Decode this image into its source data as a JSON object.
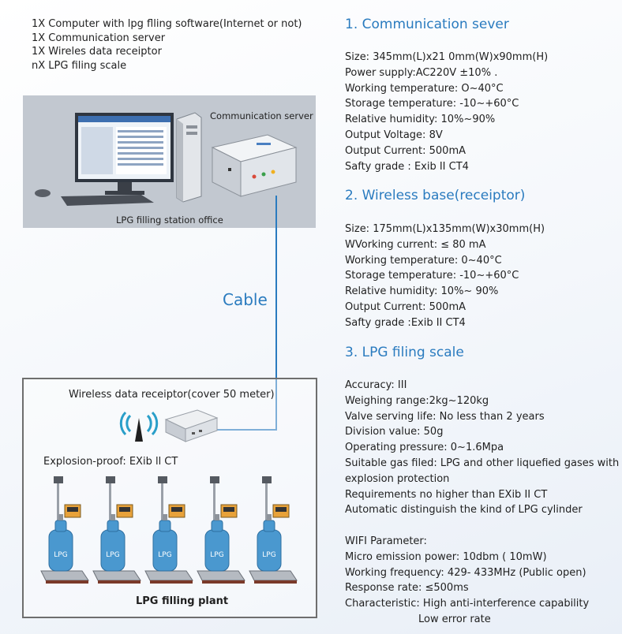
{
  "components_list": [
    "1X  Computer with lpg flling software(Internet or not)",
    "1X  Communication server",
    "1X  Wireles data receiptor",
    "nX  LPG filing scale"
  ],
  "diagram": {
    "office_label": "LPG filling station office",
    "server_label": "Communication server",
    "cable_label": "Cable",
    "receiptor_label": "Wireless data receiptor(cover 50 meter)",
    "explosion_label": "Explosion-proof: EXib ll CT",
    "plant_label": "LPG filling plant",
    "cylinder_text": "LPG",
    "cable_color": "#2a7bbf",
    "cylinder_color": "#4a98cf"
  },
  "specs": {
    "server": {
      "title": "1. Communication sever",
      "lines": [
        "Size: 345mm(L)x21 0mm(W)x90mm(H)",
        "Power supply:AC220V ±10% .",
        "Working temperature: O~40°C",
        "Storage temperature: -10~+60°C",
        "Relative humidity: 10%~90%",
        "Output Voltage: 8V",
        "Output Current: 500mA",
        "Safty grade : Exib II CT4"
      ]
    },
    "wireless": {
      "title": "2. Wireless base(receiptor)",
      "lines": [
        "Size: 175mm(L)x135mm(W)x30mm(H)",
        "WVorking current: ≤ 80 mA",
        "Working temperature: 0~40°C",
        "Storage temperature: -10~+60°C",
        "Relative humidity: 10%~ 90%",
        "Output Current: 500mA",
        "Safty grade :Exib II CT4"
      ]
    },
    "scale": {
      "title": "3. LPG filing scale",
      "lines": [
        "Accuracy: III",
        "Weighing range:2kg~120kg",
        "Valve serving life: No less than 2 years",
        "Division value: 50g",
        "Operating pressure: 0~1.6Mpa",
        "Suitable gas filed: LPG and other liquefied gases with",
        "explosion protection",
        "Requirements no higher than EXib  II CT",
        "Automatic distinguish the kind of LPG cylinder"
      ]
    },
    "wifi": {
      "title": "WIFI Parameter:",
      "lines": [
        "Micro emission power: 10dbm ( 10mW)",
        "Working frequency: 429- 433MHz (Public open)",
        "Response rate: ≤500ms",
        "Characteristic: High anti-interference capability"
      ],
      "continuation": "Low error rate"
    }
  }
}
